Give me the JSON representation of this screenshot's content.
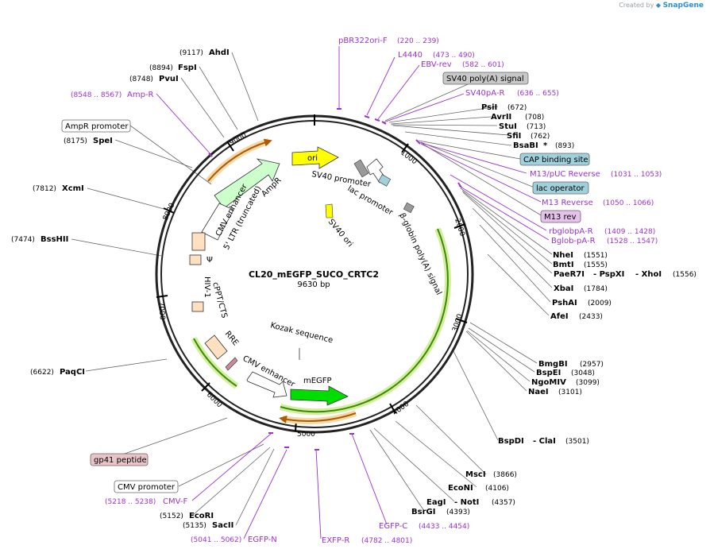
{
  "credit": {
    "prefix": "Created by",
    "brand": "SnapGene"
  },
  "plasmid": {
    "name": "CL20_mEGFP_SUCO_CRTC2",
    "size": "9630 bp"
  },
  "ticks": [
    "1000",
    "2000",
    "3000",
    "4000",
    "5000",
    "6000",
    "7000",
    "8000",
    "9000"
  ],
  "enzymes": [
    {
      "name": "AhdI",
      "pos": "(9117)"
    },
    {
      "name": "FspI",
      "pos": "(8894)"
    },
    {
      "name": "PvuI",
      "pos": "(8748)"
    },
    {
      "name": "SpeI",
      "pos": "(8175)"
    },
    {
      "name": "XcmI",
      "pos": "(7812)"
    },
    {
      "name": "BssHII",
      "pos": "(7474)"
    },
    {
      "name": "PaqCI",
      "pos": "(6622)"
    },
    {
      "name": "EcoRI",
      "pos": "(5152)"
    },
    {
      "name": "SacII",
      "pos": "(5135)"
    },
    {
      "name": "PsiI",
      "pos": "(672)"
    },
    {
      "name": "AvrII",
      "pos": "(708)"
    },
    {
      "name": "StuI",
      "pos": "(713)"
    },
    {
      "name": "SfiI",
      "pos": "(762)"
    },
    {
      "name": "BsaBI",
      "mark": "*",
      "pos": "(893)"
    },
    {
      "name": "NheI",
      "pos": "(1551)"
    },
    {
      "name": "BmtI",
      "pos": "(1555)"
    },
    {
      "name": "PaeR7I",
      "extra1": "- PspXI",
      "extra2": "- XhoI",
      "pos": "(1556)"
    },
    {
      "name": "XbaI",
      "pos": "(1784)"
    },
    {
      "name": "PshAI",
      "pos": "(2009)"
    },
    {
      "name": "AfeI",
      "pos": "(2433)"
    },
    {
      "name": "BmgBI",
      "pos": "(2957)"
    },
    {
      "name": "BspEI",
      "pos": "(3048)"
    },
    {
      "name": "NgoMIV",
      "pos": "(3099)"
    },
    {
      "name": "NaeI",
      "pos": "(3101)"
    },
    {
      "name": "BspDI",
      "extra1": "- ClaI",
      "pos": "(3501)"
    },
    {
      "name": "MscI",
      "pos": "(3866)"
    },
    {
      "name": "EcoNI",
      "pos": "(4106)"
    },
    {
      "name": "EagI",
      "extra1": "- NotI",
      "pos": "(4357)"
    },
    {
      "name": "BsrGI",
      "pos": "(4393)"
    }
  ],
  "primers": [
    {
      "name": "pBR322ori-F",
      "pos": "(220 .. 239)"
    },
    {
      "name": "L4440",
      "pos": "(473 .. 490)"
    },
    {
      "name": "EBV-rev",
      "pos": "(582 .. 601)"
    },
    {
      "name": "SV40pA-R",
      "pos": "(636 .. 655)"
    },
    {
      "name": "M13/pUC Reverse",
      "pos": "(1031 .. 1053)"
    },
    {
      "name": "M13 Reverse",
      "pos": "(1050 .. 1066)"
    },
    {
      "name": "rbglobpA-R",
      "pos": "(1409 .. 1428)"
    },
    {
      "name": "Bglob-pA-R",
      "pos": "(1528 .. 1547)"
    },
    {
      "name": "Amp-R",
      "pos": "(8548 .. 8567)"
    },
    {
      "name": "CMV-F",
      "pos": "(5218 .. 5238)"
    },
    {
      "name": "EGFP-N",
      "pos": "(5041 .. 5062)"
    },
    {
      "name": "EXFP-R",
      "pos": "(4782 .. 4801)"
    },
    {
      "name": "EGFP-C",
      "pos": "(4433 .. 4454)"
    }
  ],
  "boxes": [
    {
      "text": "SV40 poly(A) signal",
      "fill": "#c8c8c8"
    },
    {
      "text": "CAP binding site",
      "fill": "#9fd0dc"
    },
    {
      "text": "lac operator",
      "fill": "#9fd0dc"
    },
    {
      "text": "M13 rev",
      "fill": "#e4c2ea"
    },
    {
      "text": "AmpR promoter",
      "fill": "#ffffff"
    },
    {
      "text": "gp41 peptide",
      "fill": "#e8c4c8"
    },
    {
      "text": "CMV promoter",
      "fill": "#ffffff"
    }
  ],
  "features": {
    "ori": "ori",
    "sv40_promoter": "SV40 promoter",
    "lac_promoter": "lac promoter",
    "sv40_ori": "SV40 ori",
    "bglobin": "β-globin poly(A) signal",
    "ampr": "AmpR",
    "cmv_enhancer_top": "CMV enhancer",
    "ltr": "5' LTR (truncated)",
    "psi": "Ψ",
    "hiv": "HIV-1",
    "cppt": "cPPT/CTS",
    "rre": "RRE",
    "kozak": "Kozak sequence",
    "cmv_enhancer_bottom": "CMV enhancer",
    "megfp": "mEGFP"
  },
  "colors": {
    "primer": "#9933cc",
    "backbone": "#222222",
    "ori": "#ffff00",
    "ampr": "#ccffcc",
    "megfp": "#00dd00",
    "orf_highlight": "#8fd14f",
    "orange_orf": "#e0821e",
    "ltr_box": "#ffe0c0"
  }
}
